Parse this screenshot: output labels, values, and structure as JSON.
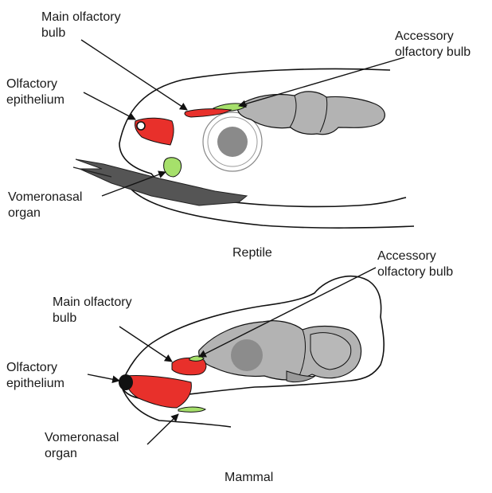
{
  "colors": {
    "olfactory_epithelium": "#e8302b",
    "main_olfactory_bulb": "#e8302b",
    "accessory_olfactory_bulb": "#a6e06b",
    "vomeronasal_organ": "#a6e06b",
    "brain": "#b3b3b3",
    "outline": "#111111"
  },
  "reptile": {
    "label_main_ob_1": "Main olfactory",
    "label_main_ob_2": "bulb",
    "label_aob_1": "Accessory",
    "label_aob_2": "olfactory bulb",
    "label_oe_1": "Olfactory",
    "label_oe_2": "epithelium",
    "label_vno_1": "Vomeronasal",
    "label_vno_2": "organ",
    "caption": "Reptile"
  },
  "mammal": {
    "label_aob_1": "Accessory",
    "label_aob_2": "olfactory bulb",
    "label_main_ob_1": "Main olfactory",
    "label_main_ob_2": "bulb",
    "label_oe_1": "Olfactory",
    "label_oe_2": "epithelium",
    "label_vno_1": "Vomeronasal",
    "label_vno_2": "organ",
    "caption": "Mammal"
  }
}
